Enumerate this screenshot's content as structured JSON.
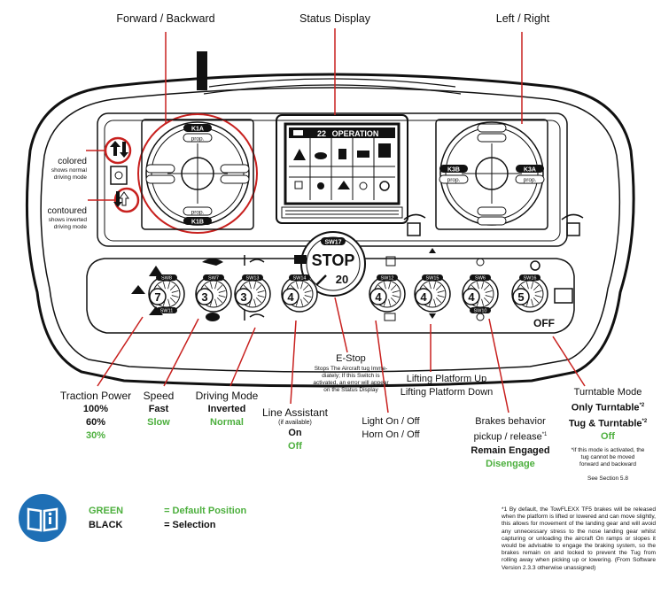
{
  "labels": {
    "forward_backward": "Forward / Backward",
    "status_display": "Status Display",
    "left_right": "Left / Right",
    "colored": "colored",
    "shows_normal": "shows normal",
    "driving_mode_1": "driving mode",
    "contoured": "contoured",
    "shows_inverted": "shows inverted",
    "driving_mode_2": "driving mode"
  },
  "joysticks": {
    "left": {
      "top": "K1A",
      "top_sub": "prop.",
      "bottom": "K1B",
      "bottom_sub": "prop."
    },
    "right": {
      "left": "K3B",
      "left_sub": "prop.",
      "right": "K3A",
      "right_sub": "prop."
    }
  },
  "display": {
    "number": "22",
    "mode": "OPERATION"
  },
  "stop": {
    "top": "SW17",
    "label": "STOP",
    "num": "20"
  },
  "knobs": [
    {
      "id": "SW8",
      "id2": "SW11",
      "num": "7"
    },
    {
      "id": "SW7",
      "num": "3"
    },
    {
      "id": "SW13",
      "num": "3"
    },
    {
      "id": "SW14",
      "num": "4"
    },
    {
      "id": "SW12",
      "num": "4"
    },
    {
      "id": "SW15",
      "num": "4"
    },
    {
      "id": "SW6",
      "id2": "SW10",
      "num": "4"
    },
    {
      "id": "SW16",
      "num": "5"
    }
  ],
  "off_label": "OFF",
  "callouts": {
    "traction": {
      "title": "Traction Power",
      "v1": "100%",
      "v2": "60%",
      "v3": "30%"
    },
    "speed": {
      "title": "Speed",
      "v1": "Fast",
      "v2": "Slow"
    },
    "driving": {
      "title": "Driving Mode",
      "v1": "Inverted",
      "v2": "Normal"
    },
    "line": {
      "title": "Line Assistant",
      "sub": "(if available)",
      "v1": "On",
      "v2": "Off"
    },
    "estop": {
      "title": "E-Stop",
      "d1": "Stops The Aircraft tug Imme-",
      "d2": "diately; If this Switch is",
      "d3": "activated, an error will appear",
      "d4": "on the Status Display"
    },
    "light": {
      "l1": "Light On / Off",
      "l2": "Horn On / Off"
    },
    "lifting": {
      "l1": "Lifting Platform Up",
      "l2": "Lifting Platform Down"
    },
    "brakes": {
      "l1": "Brakes behavior",
      "l2": "pickup / release",
      "sup": "*1",
      "v1": "Remain Engaged",
      "v2": "Disengage"
    },
    "turntable": {
      "title": "Turntable Mode",
      "v1": "Only Turntable",
      "v1sup": "*2",
      "v2": "Tug & Turntable",
      "v2sup": "*2",
      "v3": "Off",
      "n1": "*if this mode is activated, the",
      "n2": "tug cannot be moved",
      "n3": "forward and backward",
      "see": "See Section 5.8"
    }
  },
  "legend": {
    "green_key": "GREEN",
    "green_val": "= Default Position",
    "black_key": "BLACK",
    "black_val": "= Selection"
  },
  "footnote": "*1 By default, the TowFLEXX TF5 brakes will be released when the platform is lifted or lowered and can move slightly, this allows for movement of the landing gear and will avoid any unnecessary stress to the nose landing gear whilst capturing or unloading the aircraft On ramps or slopes it would be advisable to engage the braking system, so the brakes remain on and locked to prevent the Tug from rolling away when picking up or lowering. (From Software Version 2.3.3 otherwise unassigned)",
  "colors": {
    "red": "#c8211f",
    "green": "#4caf3d",
    "blue": "#1e6fb5"
  }
}
